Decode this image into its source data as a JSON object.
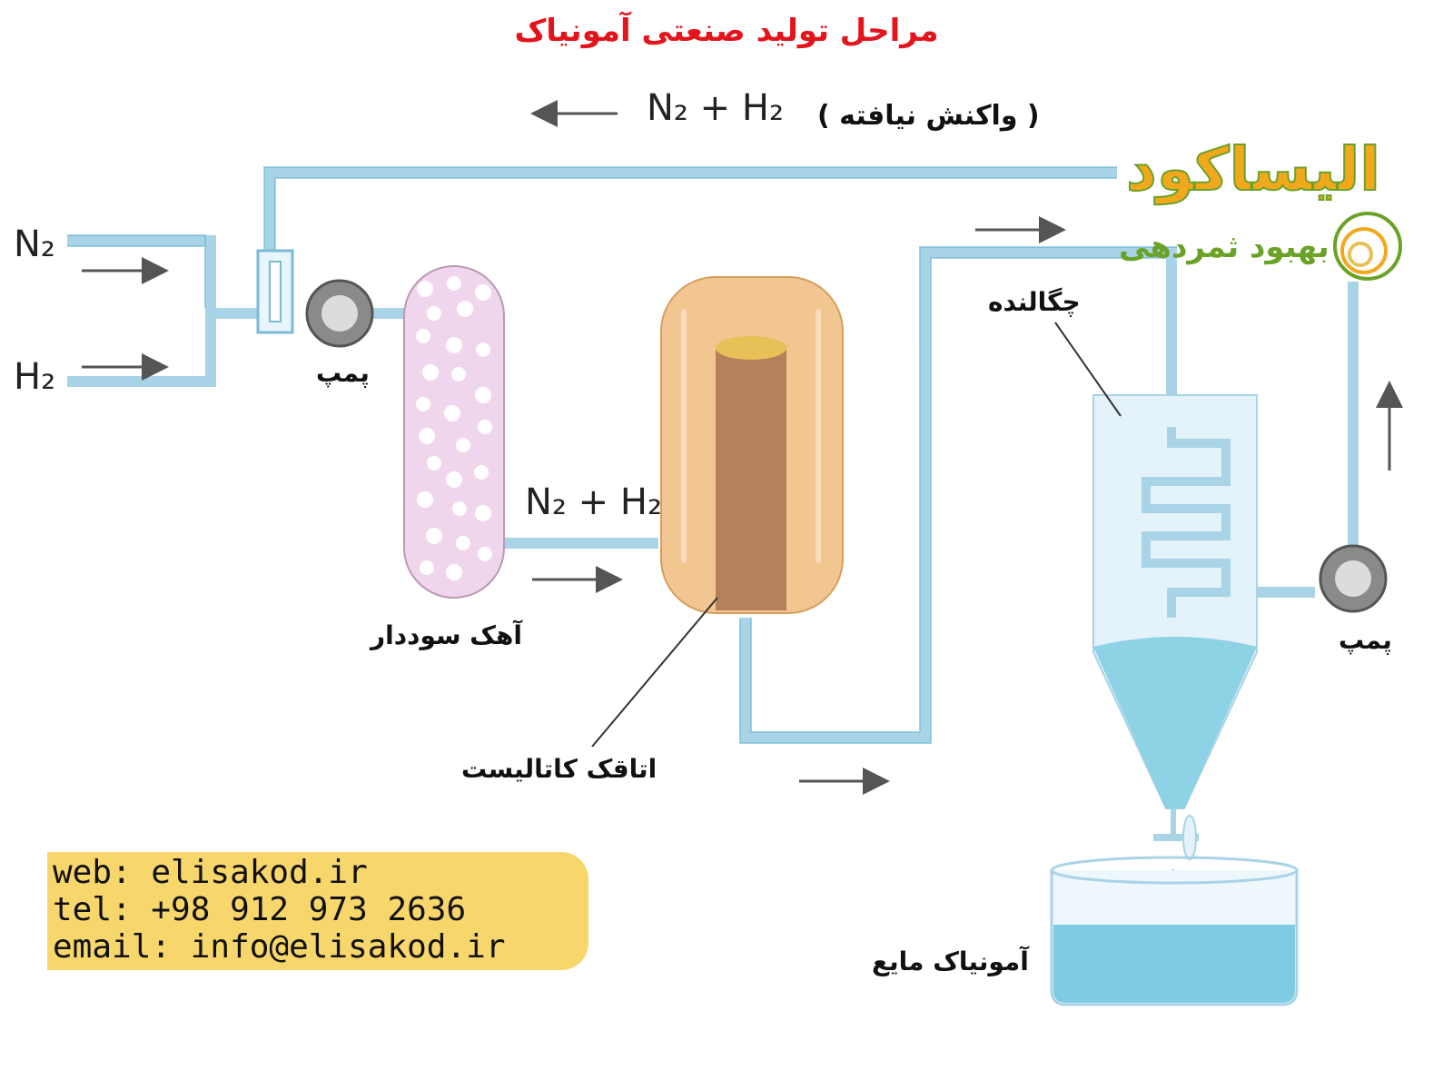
{
  "title": "مراحل تولید صنعتی آمونیاک",
  "recycle_label": {
    "formula": "N₂ + H₂",
    "note": "( واکنش نیافته )"
  },
  "inputs": {
    "n2": "N₂",
    "h2": "H₂"
  },
  "labels": {
    "pump_left": "پمپ",
    "pump_right": "پمپ",
    "soda_lime": "آهک سوددار",
    "catalyst_chamber": "اتاقک کاتالیست",
    "condenser": "چگالنده",
    "liquid_ammonia": "آمونیاک مایع",
    "mid_formula": "N₂ + H₂"
  },
  "logo": {
    "name": "الیساکود",
    "tagline": "بهبود ثمردهی"
  },
  "contact": {
    "web": "web: elisakod.ir",
    "tel": "tel: +98 912 973 2636",
    "email": "email: info@elisakod.ir"
  },
  "colors": {
    "title": "#e3141b",
    "pipe": "#a9d3e6",
    "soda_lime": "#f0d6ec",
    "reactor": "#f2c690",
    "catalyst": "#b5805a",
    "liquid": "#7fcbe3",
    "info_box": "#f7d66b",
    "logo_orange": "#f2a81d",
    "logo_green": "#6aa228"
  }
}
